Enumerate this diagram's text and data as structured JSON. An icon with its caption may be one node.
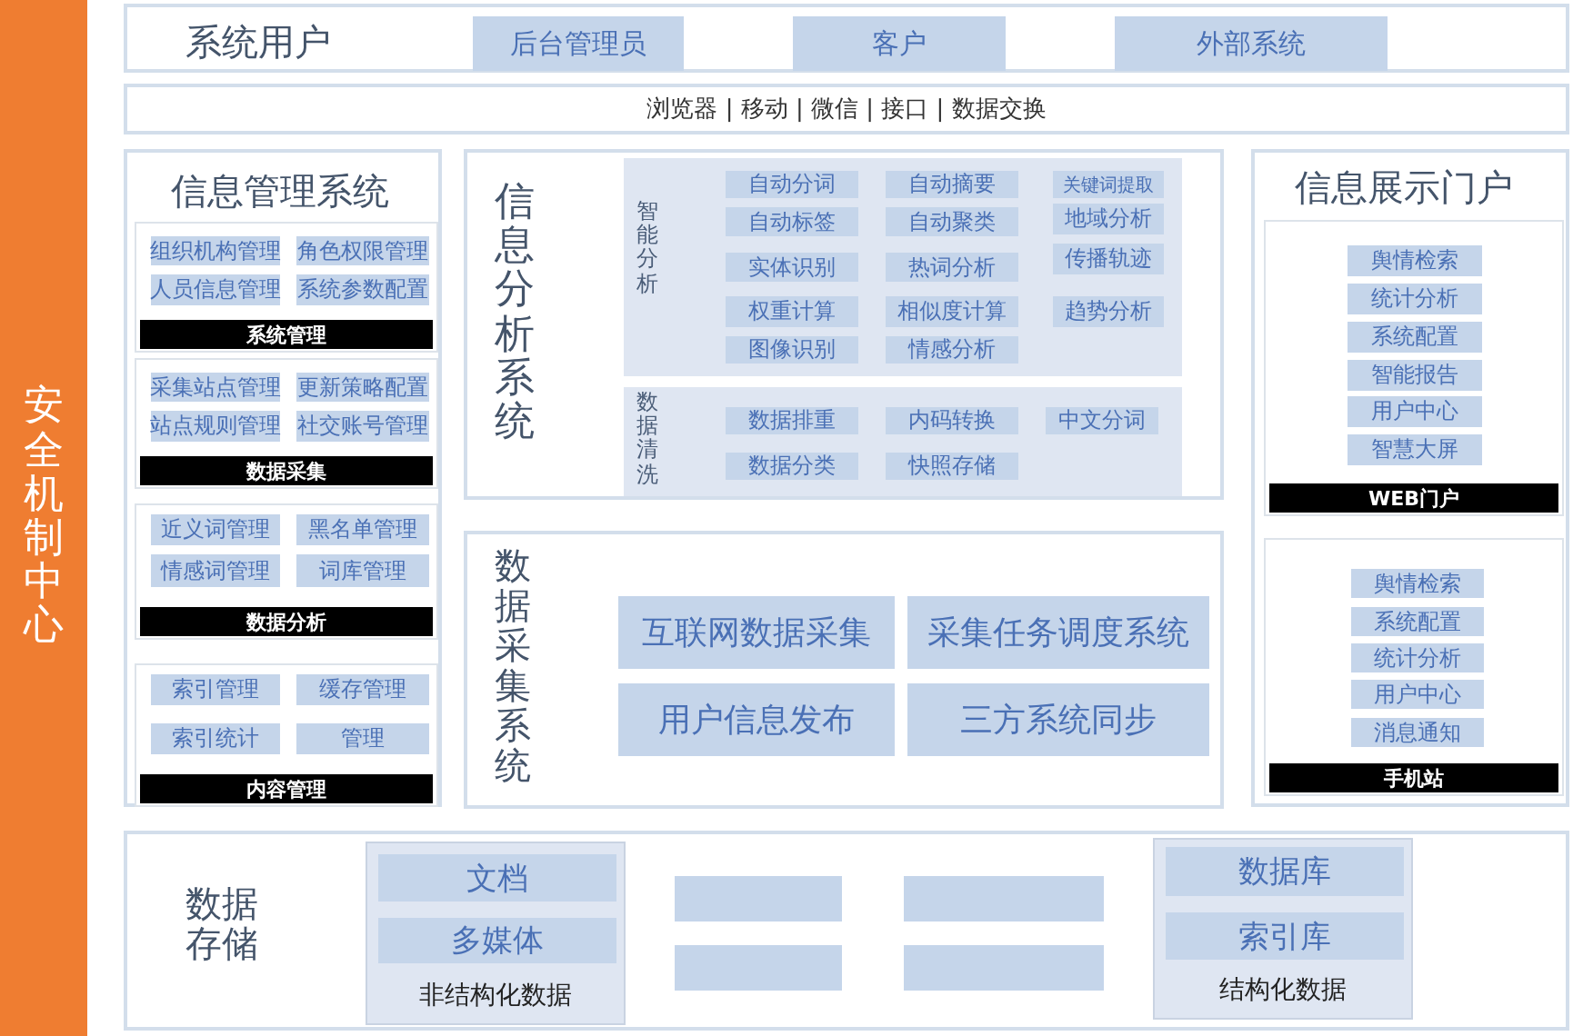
{
  "diagram": {
    "nodes": [
      {
        "text": [
          "安全机制中心"
        ]
      },
      {
        "text": [
          "系统用户"
        ]
      },
      {
        "text": [
          "后台管理员"
        ],
        "in": 1
      },
      {
        "text": [
          "客户"
        ],
        "in": 1
      },
      {
        "text": [
          "外部系统"
        ],
        "in": 1
      },
      {
        "text": [
          "浏览器 | 移动 | 微信 | 接口 | 数据交换"
        ]
      },
      {
        "text": [
          "信息管理系统"
        ]
      },
      {
        "text": [
          "系统管理"
        ],
        "in": 6
      },
      {
        "text": [
          "组织机构管理"
        ],
        "in": 7
      },
      {
        "text": [
          "角色权限管理"
        ],
        "in": 7
      },
      {
        "text": [
          "人员信息管理"
        ],
        "in": 7
      },
      {
        "text": [
          "系统参数配置"
        ],
        "in": 7
      },
      {
        "text": [
          "数据采集"
        ],
        "in": 6
      },
      {
        "text": [
          "采集站点管理"
        ],
        "in": 12
      },
      {
        "text": [
          "更新策略配置"
        ],
        "in": 12
      },
      {
        "text": [
          "站点规则管理"
        ],
        "in": 12
      },
      {
        "text": [
          "社交账号管理"
        ],
        "in": 12
      },
      {
        "text": [
          "数据分析"
        ],
        "in": 6
      },
      {
        "text": [
          "近义词管理"
        ],
        "in": 17
      },
      {
        "text": [
          "黑名单管理"
        ],
        "in": 17
      },
      {
        "text": [
          "情感词管理"
        ],
        "in": 17
      },
      {
        "text": [
          "词库管理"
        ],
        "in": 17
      },
      {
        "text": [
          "内容管理"
        ],
        "in": 6
      },
      {
        "text": [
          "索引管理"
        ],
        "in": 22
      },
      {
        "text": [
          "缓存管理"
        ],
        "in": 22
      },
      {
        "text": [
          "索引统计"
        ],
        "in": 22
      },
      {
        "text": [
          "管理"
        ],
        "in": 22
      },
      {
        "text": [
          "信息分析系统"
        ]
      },
      {
        "text": [
          "智能分析"
        ],
        "in": 27
      },
      {
        "text": [
          "自动分词"
        ],
        "in": 28
      },
      {
        "text": [
          "自动摘要"
        ],
        "in": 28
      },
      {
        "text": [
          "关键词提取"
        ],
        "in": 28
      },
      {
        "text": [
          "自动标签"
        ],
        "in": 28
      },
      {
        "text": [
          "自动聚类"
        ],
        "in": 28
      },
      {
        "text": [
          "地域分析"
        ],
        "in": 28
      },
      {
        "text": [
          "实体识别"
        ],
        "in": 28
      },
      {
        "text": [
          "热词分析"
        ],
        "in": 28
      },
      {
        "text": [
          "传播轨迹"
        ],
        "in": 28
      },
      {
        "text": [
          "权重计算"
        ],
        "in": 28
      },
      {
        "text": [
          "相似度计算"
        ],
        "in": 28
      },
      {
        "text": [
          "趋势分析"
        ],
        "in": 28
      },
      {
        "text": [
          "图像识别"
        ],
        "in": 28
      },
      {
        "text": [
          "情感分析"
        ],
        "in": 28
      },
      {
        "text": [
          "数据清洗"
        ],
        "in": 27
      },
      {
        "text": [
          "数据排重"
        ],
        "in": 43
      },
      {
        "text": [
          "内码转换"
        ],
        "in": 43
      },
      {
        "text": [
          "中文分词"
        ],
        "in": 43
      },
      {
        "text": [
          "数据分类"
        ],
        "in": 43
      },
      {
        "text": [
          "快照存储"
        ],
        "in": 43
      },
      {
        "text": [
          "数据采集系统"
        ]
      },
      {
        "text": [
          "互联网数据采集"
        ],
        "in": 49
      },
      {
        "text": [
          "采集任务调度系统"
        ],
        "in": 49
      },
      {
        "text": [
          "用户信息发布"
        ],
        "in": 49
      },
      {
        "text": [
          "三方系统同步"
        ],
        "in": 49
      },
      {
        "text": [
          "信息展示门户"
        ]
      },
      {
        "text": [
          "WEB门户"
        ],
        "in": 54
      },
      {
        "text": [
          "舆情检索"
        ],
        "in": 55
      },
      {
        "text": [
          "统计分析"
        ],
        "in": 55
      },
      {
        "text": [
          "系统配置"
        ],
        "in": 55
      },
      {
        "text": [
          "智能报告"
        ],
        "in": 55
      },
      {
        "text": [
          "用户中心"
        ],
        "in": 55
      },
      {
        "text": [
          "智慧大屏"
        ],
        "in": 55
      },
      {
        "text": [
          "手机站"
        ],
        "in": 54
      },
      {
        "text": [
          "舆情检索"
        ],
        "in": 62
      },
      {
        "text": [
          "系统配置"
        ],
        "in": 62
      },
      {
        "text": [
          "统计分析"
        ],
        "in": 62
      },
      {
        "text": [
          "用户中心"
        ],
        "in": 62
      },
      {
        "text": [
          "消息通知"
        ],
        "in": 62
      },
      {
        "text": [
          "数据存储"
        ]
      },
      {
        "text": [
          "非结构化数据"
        ],
        "in": 68
      },
      {
        "text": [
          "文档"
        ],
        "in": 69
      },
      {
        "text": [
          "多媒体"
        ],
        "in": 69
      },
      {
        "text": [],
        "shape": "box",
        "in": 68
      },
      {
        "text": [],
        "shape": "box",
        "in": 68
      },
      {
        "text": [],
        "shape": "box",
        "in": 68
      },
      {
        "text": [],
        "shape": "box",
        "in": 68
      },
      {
        "text": [
          "结构化数据"
        ],
        "in": 68
      },
      {
        "text": [
          "数据库"
        ],
        "in": 76
      },
      {
        "text": [
          "索引库"
        ],
        "in": 76
      }
    ]
  }
}
